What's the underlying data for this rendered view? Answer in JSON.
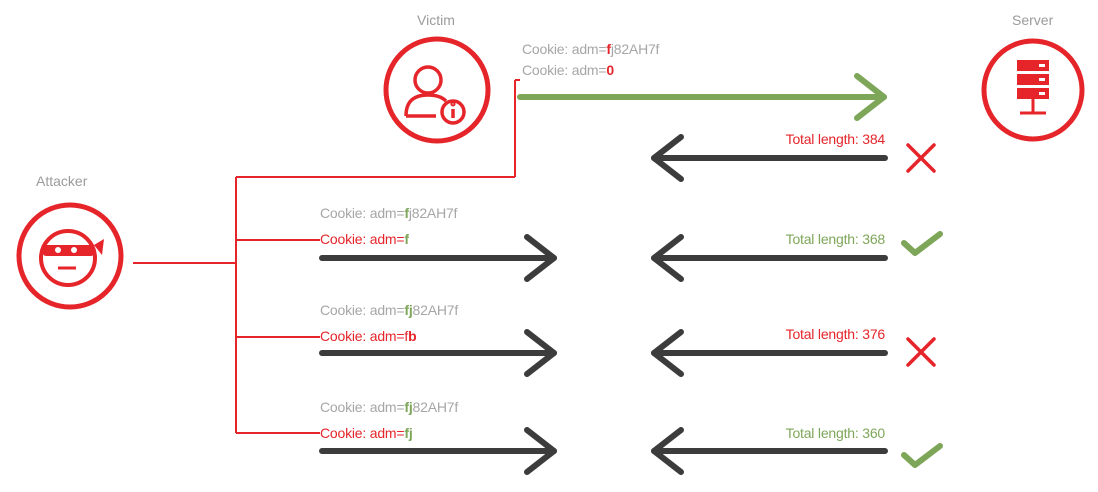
{
  "actors": {
    "victim": "Victim",
    "server": "Server",
    "attacker": "Attacker"
  },
  "victim_request": {
    "guess_prefix": "Cookie: adm=",
    "guess_bold": "f",
    "guess_rest": "j82AH7f",
    "injected_prefix": "Cookie: adm=",
    "injected_bold": "0"
  },
  "first_response": {
    "text": "Total length: 384",
    "result": "fail"
  },
  "rows": [
    {
      "secret_prefix": "Cookie: adm=",
      "secret_bold": "f",
      "secret_rest": "j82AH7f",
      "guess": "Cookie: adm=f",
      "guess_prefix": "Cookie: adm=",
      "guess_bold": "f",
      "response": "Total length: 368",
      "result": "ok"
    },
    {
      "secret_prefix": "Cookie: adm=",
      "secret_bold": "fj",
      "secret_rest": "82AH7f",
      "guess_prefix": "Cookie: adm=f",
      "guess_bold": "b",
      "response": "Total length: 376",
      "result": "fail"
    },
    {
      "secret_prefix": "Cookie: adm=",
      "secret_bold": "fj",
      "secret_rest": "82AH7f",
      "guess_prefix": "Cookie: adm=",
      "guess_bold": "fj",
      "response": "Total length: 360",
      "result": "ok"
    }
  ],
  "colors": {
    "red": "#e5252a",
    "green": "#7ea659",
    "gray": "#a6a6a6",
    "dark": "#3c3c3c"
  },
  "icons": {
    "victim": "user-info-icon",
    "server": "server-rack-icon",
    "attacker": "ninja-icon",
    "ok": "checkmark-icon",
    "fail": "cross-icon"
  }
}
